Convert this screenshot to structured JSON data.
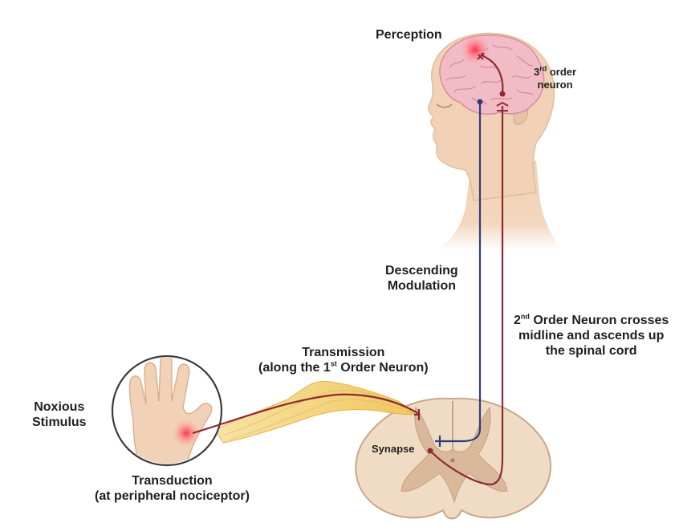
{
  "labels": {
    "perception": "Perception",
    "third_order_sup_num": "3",
    "third_order_sup": "rd",
    "third_order_line1_rest": "order",
    "third_order_line2": "neuron",
    "descending_line1": "Descending",
    "descending_line2": "Modulation",
    "second_order_num": "2",
    "second_order_sup": "nd",
    "second_order_line1_rest": "Order Neuron crosses",
    "second_order_line2": "midline and ascends up",
    "second_order_line3": "the spinal cord",
    "transmission_line1": "Transmission",
    "transmission_line2_pre": "(along the 1",
    "transmission_line2_sup": "st",
    "transmission_line2_post": "Order Neuron)",
    "noxious_line1": "Noxious",
    "noxious_line2": "Stimulus",
    "synapse": "Synapse",
    "transduction_line1": "Transduction",
    "transduction_line2": "(at peripheral nociceptor)"
  },
  "colors": {
    "skin": "#f1d2b6",
    "skin_shadow": "#dcb597",
    "brain": "#f2bcc6",
    "brain_fold": "#d58e9c",
    "pain_glow": "#ff3b4d",
    "ascending_pathway": "#8e2a33",
    "descending_pathway": "#2c3f7d",
    "nerve_bundle": "#f6d88a",
    "spinal_white_matter": "#f0dcc4",
    "spinal_grey_matter": "#d9b89b"
  }
}
